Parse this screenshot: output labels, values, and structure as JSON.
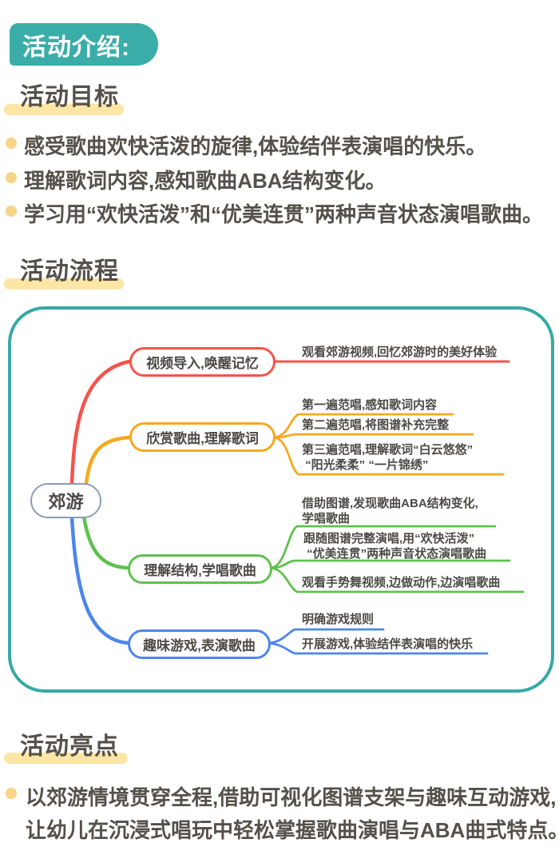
{
  "badge": {
    "label": "活动介绍:"
  },
  "goals": {
    "heading": "活动目标",
    "items": [
      "感受歌曲欢快活泼的旋律,体验结伴表演唱的快乐。",
      "理解歌词内容,感知歌曲ABA结构变化。",
      "学习用“欢快活泼”和“优美连贯”两种声音状态演唱歌曲。"
    ]
  },
  "flow": {
    "heading": "活动流程",
    "mindmap": {
      "root": "郊游",
      "branches": [
        {
          "label": "视频导入,唤醒记忆",
          "color": "#F4544A",
          "children": [
            {
              "lines": [
                "观看郊游视频,回忆郊游时的美好体验"
              ]
            }
          ]
        },
        {
          "label": "欣赏歌曲,理解歌词",
          "color": "#F8A81F",
          "children": [
            {
              "lines": [
                "第一遍范唱,感知歌词内容"
              ]
            },
            {
              "lines": [
                "第二遍范唱,将图谱补充完整"
              ]
            },
            {
              "lines": [
                "第三遍范唱,理解歌词“白云悠悠”",
                " “阳光柔柔” “一片锦绣”"
              ]
            }
          ]
        },
        {
          "label": "理解结构,学唱歌曲",
          "color": "#5EC14D",
          "children": [
            {
              "lines": [
                "借助图谱,发现歌曲ABA结构变化,",
                "学唱歌曲"
              ]
            },
            {
              "lines": [
                "跟随图谱完整演唱,用“欢快活泼”",
                " “优美连贯”两种声音状态演唱歌曲"
              ]
            },
            {
              "lines": [
                "观看手势舞视频,边做动作,边演唱歌曲"
              ]
            }
          ]
        },
        {
          "label": "趣味游戏,表演歌曲",
          "color": "#4C86EC",
          "children": [
            {
              "lines": [
                "明确游戏规则"
              ]
            },
            {
              "lines": [
                "开展游戏,体验结伴表演唱的快乐"
              ]
            }
          ]
        }
      ]
    }
  },
  "highlights": {
    "heading": "活动亮点",
    "item_lines": [
      "以郊游情境贯穿全程,借助可视化图谱支架与趣味互动游戏,",
      "让幼儿在沉浸式唱玩中轻松掌握歌曲演唱与ABA曲式特点。"
    ]
  },
  "colors": {
    "teal_container": "#36A9A4",
    "badge_bg": "#3BADA8",
    "highlight_bar": "#FBE6A5",
    "bullet": "#F6D488",
    "text": "#55504A",
    "branch_red": "#F4544A",
    "branch_yellow": "#F8A81F",
    "branch_green": "#5EC14D",
    "branch_blue": "#4C86EC",
    "root_border": "#8C9CB8"
  }
}
